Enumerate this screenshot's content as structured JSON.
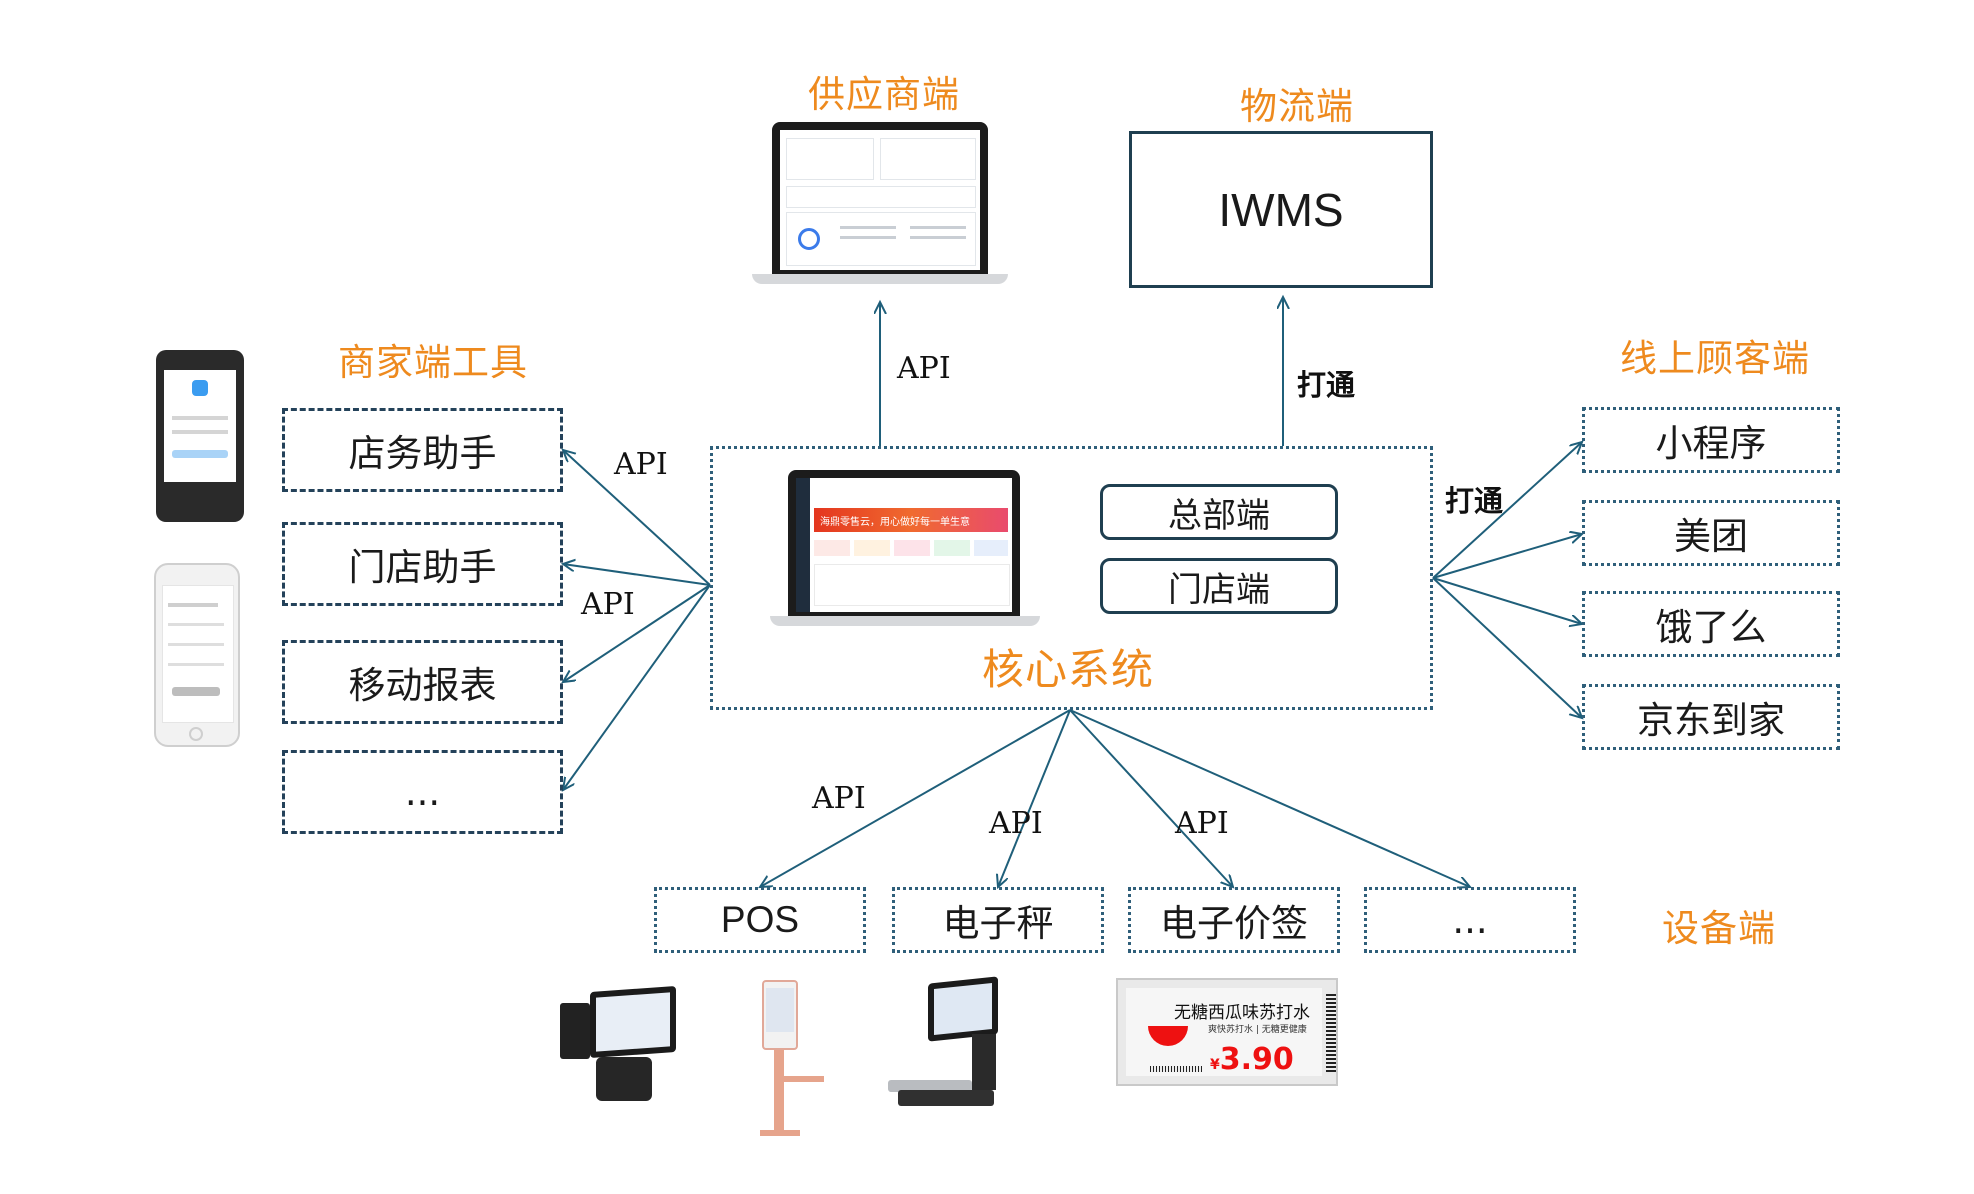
{
  "core": {
    "title": "核心系统",
    "modules": [
      "总部端",
      "门店端"
    ]
  },
  "supplier": {
    "title": "供应商端"
  },
  "logistics": {
    "title": "物流端",
    "box": "IWMS"
  },
  "merchant_tools": {
    "title": "商家端工具",
    "items": [
      "店务助手",
      "门店助手",
      "移动报表",
      "..."
    ]
  },
  "online_customer": {
    "title": "线上顾客端",
    "items": [
      "小程序",
      "美团",
      "饿了么",
      "京东到家"
    ]
  },
  "devices": {
    "title": "设备端",
    "items": [
      "POS",
      "电子秤",
      "电子价签",
      "..."
    ]
  },
  "labels": {
    "api": "API",
    "connect": "打通"
  },
  "price_tag": {
    "product": "无糖西瓜味苏打水",
    "subtitle": "爽快苏打水 | 无糖更健康",
    "price": "3.90",
    "currency": "¥"
  },
  "banner_text": "海鼎零售云，用心做好每一单生意",
  "colors": {
    "accent": "#ee8a1e",
    "line": "#1f5f7a",
    "border": "#24425a"
  }
}
